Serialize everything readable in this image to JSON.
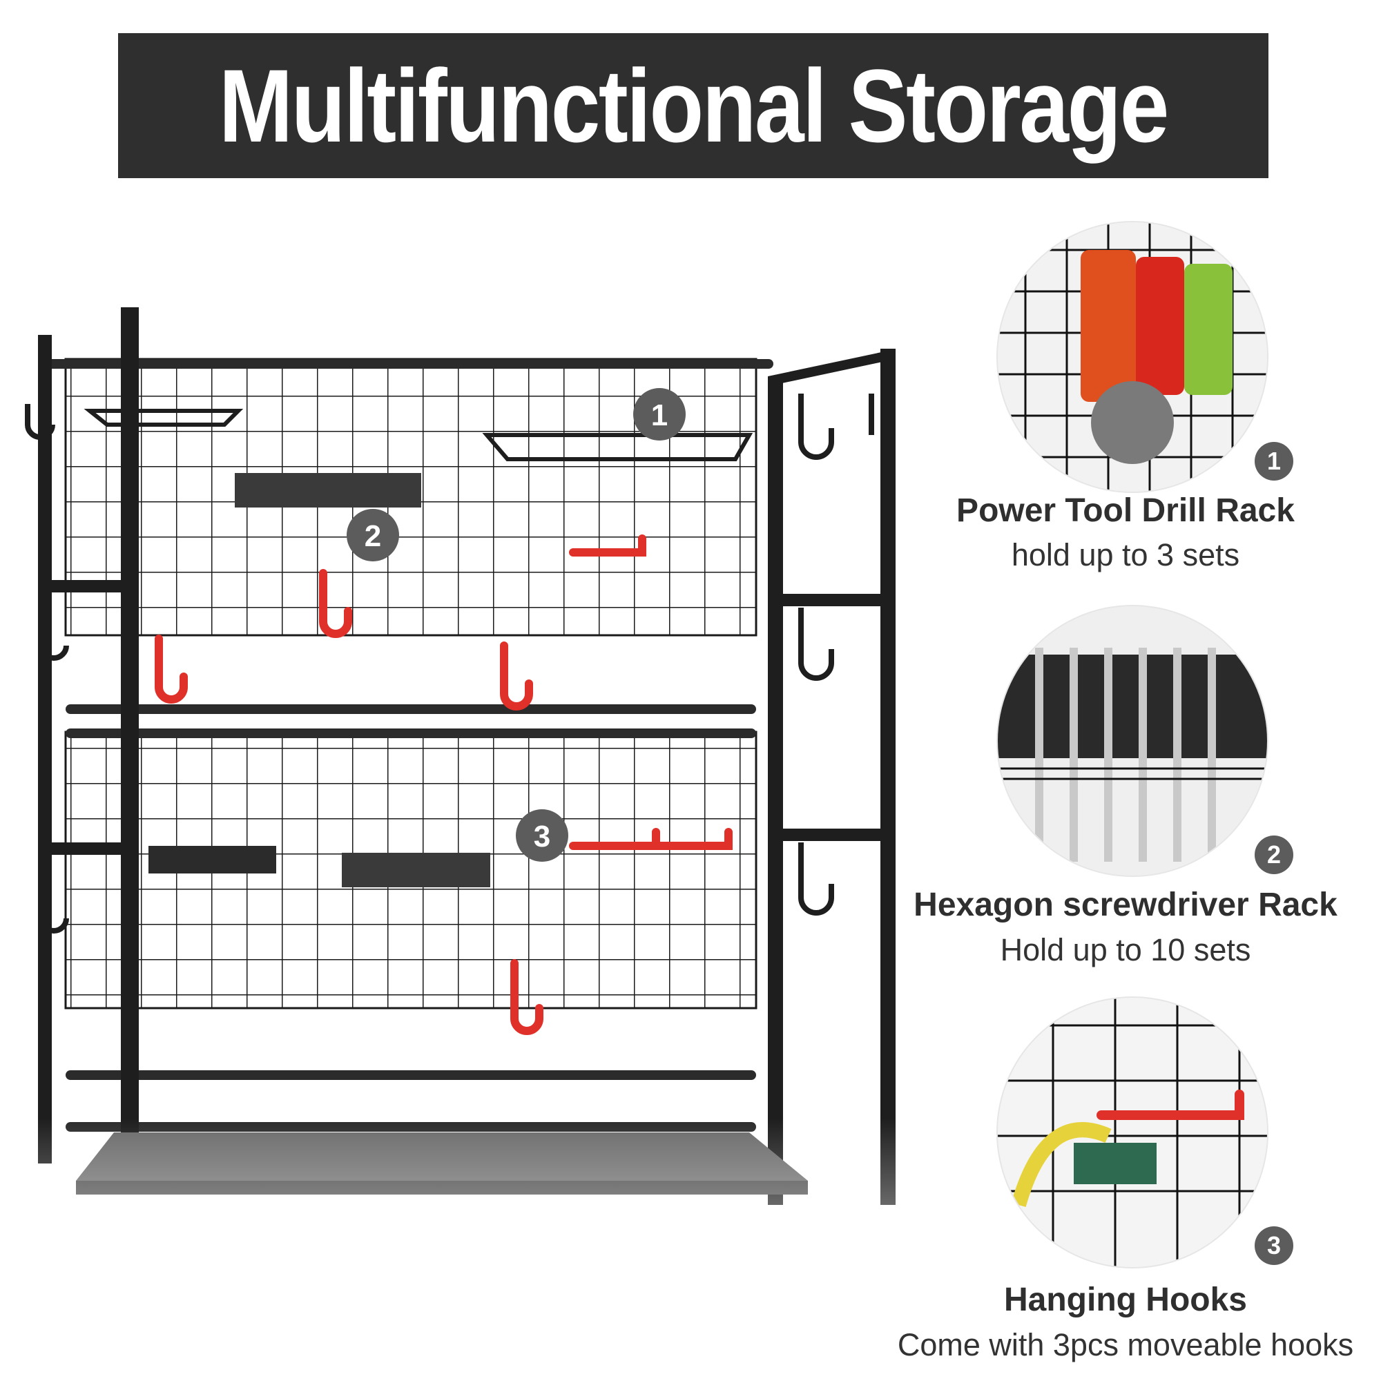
{
  "banner": {
    "title": "Multifunctional Storage"
  },
  "features": [
    {
      "number": "1",
      "title": "Power Tool Drill Rack",
      "subtitle": "hold up to 3 sets"
    },
    {
      "number": "2",
      "title": "Hexagon screwdriver Rack",
      "subtitle": "Hold up to 10 sets"
    },
    {
      "number": "3",
      "title": "Hanging Hooks",
      "subtitle": "Come with 3pcs moveable hooks"
    }
  ],
  "rack_callouts": [
    "1",
    "2",
    "3"
  ],
  "colors": {
    "banner": "#2f2f2f",
    "hook": "#e0302a",
    "frame": "#1e1e1e",
    "badge": "#5c5c5c"
  }
}
